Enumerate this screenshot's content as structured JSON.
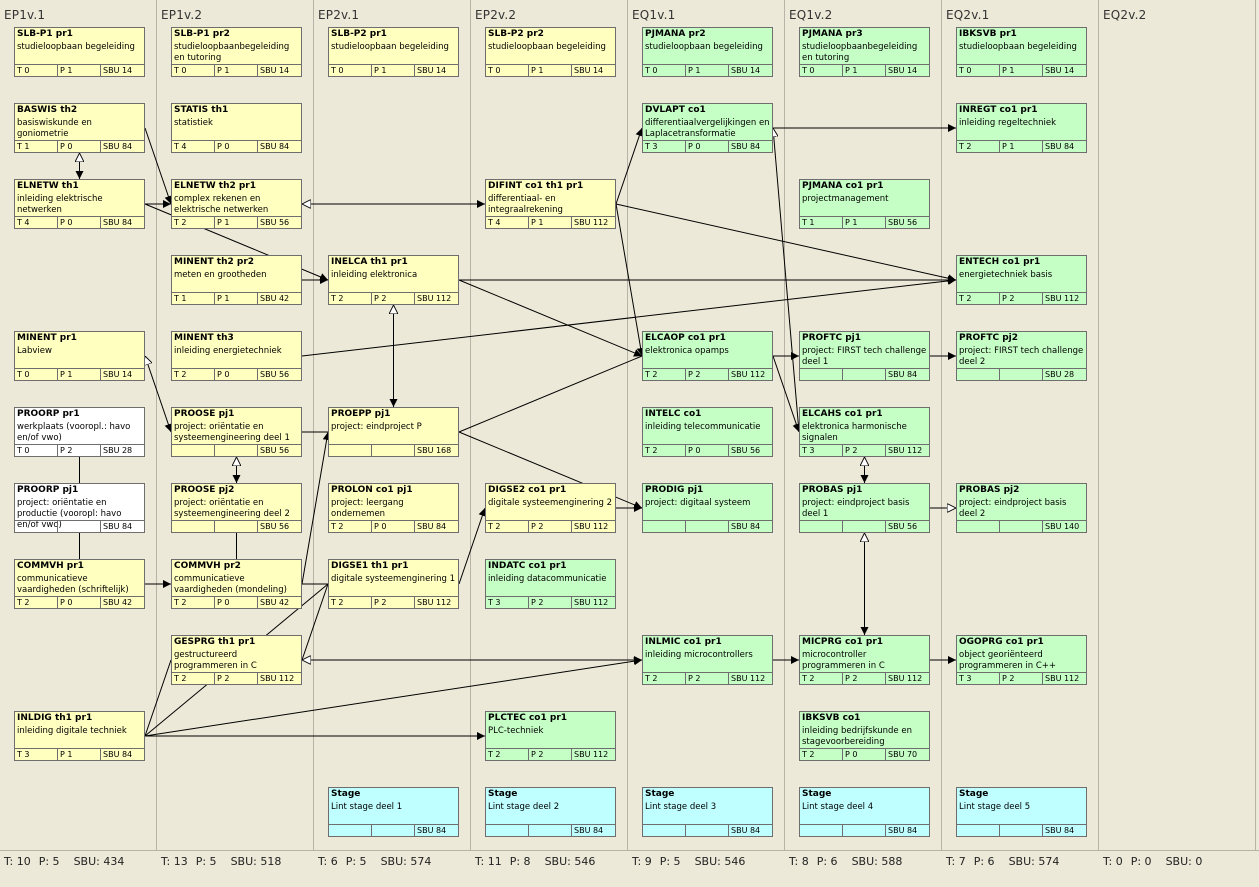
{
  "columns": [
    {
      "id": "EP1v.1",
      "header": "EP1v.1",
      "footer": {
        "t": "T: 10",
        "p": "P: 5",
        "s": "SBU: 434"
      }
    },
    {
      "id": "EP1v.2",
      "header": "EP1v.2",
      "footer": {
        "t": "T: 13",
        "p": "P: 5",
        "s": "SBU: 518"
      }
    },
    {
      "id": "EP2v.1",
      "header": "EP2v.1",
      "footer": {
        "t": "T: 6",
        "p": "P: 5",
        "s": "SBU: 574"
      }
    },
    {
      "id": "EP2v.2",
      "header": "EP2v.2",
      "footer": {
        "t": "T: 11",
        "p": "P: 8",
        "s": "SBU: 546"
      }
    },
    {
      "id": "EQ1v.1",
      "header": "EQ1v.1",
      "footer": {
        "t": "T: 9",
        "p": "P: 5",
        "s": "SBU: 546"
      }
    },
    {
      "id": "EQ1v.2",
      "header": "EQ1v.2",
      "footer": {
        "t": "T: 8",
        "p": "P: 6",
        "s": "SBU: 588"
      }
    },
    {
      "id": "EQ2v.1",
      "header": "EQ2v.1",
      "footer": {
        "t": "T: 7",
        "p": "P: 6",
        "s": "SBU: 574"
      }
    },
    {
      "id": "EQ2v.2",
      "header": "EQ2v.2",
      "footer": {
        "t": "T: 0",
        "p": "P: 0",
        "s": "SBU: 0"
      }
    }
  ],
  "cards": [
    {
      "id": "slbp1pr1",
      "col": 0,
      "row": 0,
      "color": "yellow",
      "title": "SLB-P1 pr1",
      "desc": "studieloopbaan begeleiding",
      "t": "T 0",
      "p": "P 1",
      "sbu": "SBU 14"
    },
    {
      "id": "baswis",
      "col": 0,
      "row": 1,
      "color": "yellow",
      "title": "BASWIS th2",
      "desc": "basiswiskunde en goniometrie",
      "t": "T 1",
      "p": "P 0",
      "sbu": "SBU 84"
    },
    {
      "id": "elnetw1",
      "col": 0,
      "row": 2,
      "color": "yellow",
      "title": "ELNETW th1",
      "desc": "inleiding elektrische netwerken",
      "t": "T 4",
      "p": "P 0",
      "sbu": "SBU 84"
    },
    {
      "id": "minentpr1",
      "col": 0,
      "row": 4,
      "color": "yellow",
      "title": "MINENT pr1",
      "desc": "Labview",
      "t": "T 0",
      "p": "P 1",
      "sbu": "SBU 14"
    },
    {
      "id": "proorppr1",
      "col": 0,
      "row": 5,
      "color": "white",
      "title": "PROORP pr1",
      "desc": "werkplaats (vooropl.: havo en/of vwo)",
      "t": "T 0",
      "p": "P 2",
      "sbu": "SBU 28"
    },
    {
      "id": "proorppj1",
      "col": 0,
      "row": 6,
      "color": "white",
      "title": "PROORP pj1",
      "desc": "project: oriëntatie en productie (vooropl: havo en/of vwo)",
      "t": "",
      "p": "",
      "sbu": "SBU 84"
    },
    {
      "id": "commvhpr1",
      "col": 0,
      "row": 7,
      "color": "yellow",
      "title": "COMMVH pr1",
      "desc": "communicatieve vaardigheden (schriftelijk)",
      "t": "T 2",
      "p": "P 0",
      "sbu": "SBU 42"
    },
    {
      "id": "inldig",
      "col": 0,
      "row": 9,
      "color": "yellow",
      "title": "INLDIG th1 pr1",
      "desc": "inleiding digitale techniek",
      "t": "T 3",
      "p": "P 1",
      "sbu": "SBU 84"
    },
    {
      "id": "slbp1pr2",
      "col": 1,
      "row": 0,
      "color": "yellow",
      "title": "SLB-P1 pr2",
      "desc": "studieloopbaanbegeleiding en tutoring",
      "t": "T 0",
      "p": "P 1",
      "sbu": "SBU 14"
    },
    {
      "id": "statis",
      "col": 1,
      "row": 1,
      "color": "yellow",
      "title": "STATIS th1",
      "desc": "statistiek",
      "t": "T 4",
      "p": "P 0",
      "sbu": "SBU 84"
    },
    {
      "id": "elnetw2",
      "col": 1,
      "row": 2,
      "color": "yellow",
      "title": "ELNETW th2 pr1",
      "desc": "complex rekenen en elektrische netwerken",
      "t": "T 2",
      "p": "P 1",
      "sbu": "SBU 56"
    },
    {
      "id": "minentth2",
      "col": 1,
      "row": 3,
      "color": "yellow",
      "title": "MINENT th2 pr2",
      "desc": "meten en grootheden",
      "t": "T 1",
      "p": "P 1",
      "sbu": "SBU 42"
    },
    {
      "id": "minentth3",
      "col": 1,
      "row": 4,
      "color": "yellow",
      "title": "MINENT th3",
      "desc": "inleiding energietechniek",
      "t": "T 2",
      "p": "P 0",
      "sbu": "SBU 56"
    },
    {
      "id": "proosepj1",
      "col": 1,
      "row": 5,
      "color": "yellow",
      "title": "PROOSE pj1",
      "desc": "project: oriëntatie en systeemengineering deel 1",
      "t": "",
      "p": "",
      "sbu": "SBU 56"
    },
    {
      "id": "proosepj2",
      "col": 1,
      "row": 6,
      "color": "yellow",
      "title": "PROOSE pj2",
      "desc": "project: oriëntatie en systeemengineering deel 2",
      "t": "",
      "p": "",
      "sbu": "SBU 56"
    },
    {
      "id": "commvhpr2",
      "col": 1,
      "row": 7,
      "color": "yellow",
      "title": "COMMVH pr2",
      "desc": "communicatieve vaardigheden (mondeling)",
      "t": "T 2",
      "p": "P 0",
      "sbu": "SBU 42"
    },
    {
      "id": "gesprg",
      "col": 1,
      "row": 8,
      "color": "yellow",
      "title": "GESPRG th1 pr1",
      "desc": "gestructureerd programmeren in C",
      "t": "T 2",
      "p": "P 2",
      "sbu": "SBU 112"
    },
    {
      "id": "slbp2pr1",
      "col": 2,
      "row": 0,
      "color": "yellow",
      "title": "SLB-P2 pr1",
      "desc": "studieloopbaan begeleiding",
      "t": "T 0",
      "p": "P 1",
      "sbu": "SBU 14"
    },
    {
      "id": "inelca",
      "col": 2,
      "row": 3,
      "color": "yellow",
      "title": "INELCA th1 pr1",
      "desc": "inleiding elektronica",
      "t": "T 2",
      "p": "P 2",
      "sbu": "SBU 112"
    },
    {
      "id": "proepp",
      "col": 2,
      "row": 5,
      "color": "yellow",
      "title": "PROEPP pj1",
      "desc": "project: eindproject P",
      "t": "",
      "p": "",
      "sbu": "SBU 168"
    },
    {
      "id": "prolon",
      "col": 2,
      "row": 6,
      "color": "yellow",
      "title": "PROLON co1 pj1",
      "desc": "project: leergang ondernemen",
      "t": "T 2",
      "p": "P 0",
      "sbu": "SBU 84"
    },
    {
      "id": "digse1",
      "col": 2,
      "row": 7,
      "color": "yellow",
      "title": "DIGSE1 th1 pr1",
      "desc": "digitale systeemenginering 1",
      "t": "T 2",
      "p": "P 2",
      "sbu": "SBU 112"
    },
    {
      "id": "stage1",
      "col": 2,
      "row": 10,
      "color": "cyan",
      "title": "Stage",
      "desc": "Lint stage deel 1",
      "t": "",
      "p": "",
      "sbu": "SBU 84"
    },
    {
      "id": "slbp2pr2",
      "col": 3,
      "row": 0,
      "color": "yellow",
      "title": "SLB-P2 pr2",
      "desc": "studieloopbaan begeleiding",
      "t": "T 0",
      "p": "P 1",
      "sbu": "SBU 14"
    },
    {
      "id": "difint",
      "col": 3,
      "row": 2,
      "color": "yellow",
      "title": "DIFINT co1 th1 pr1",
      "desc": "differentiaal- en integraalrekening",
      "t": "T 4",
      "p": "P 1",
      "sbu": "SBU 112"
    },
    {
      "id": "digse2",
      "col": 3,
      "row": 6,
      "color": "yellow",
      "title": "DIGSE2  co1 pr1",
      "desc": "digitale systeemenginering 2",
      "t": "T 2",
      "p": "P 2",
      "sbu": "SBU 112"
    },
    {
      "id": "indatc",
      "col": 3,
      "row": 7,
      "color": "green",
      "title": "INDATC co1 pr1",
      "desc": "inleiding datacommunicatie",
      "t": "T 3",
      "p": "P 2",
      "sbu": "SBU 112"
    },
    {
      "id": "plctec",
      "col": 3,
      "row": 9,
      "color": "green",
      "title": "PLCTEC co1 pr1",
      "desc": "PLC-techniek",
      "t": "T 2",
      "p": "P 2",
      "sbu": "SBU 112"
    },
    {
      "id": "stage2",
      "col": 3,
      "row": 10,
      "color": "cyan",
      "title": "Stage",
      "desc": "Lint stage deel 2",
      "t": "",
      "p": "",
      "sbu": "SBU 84"
    },
    {
      "id": "pjmanapr2",
      "col": 4,
      "row": 0,
      "color": "green",
      "title": "PJMANA pr2",
      "desc": "studieloopbaan begeleiding",
      "t": "T 0",
      "p": "P 1",
      "sbu": "SBU 14"
    },
    {
      "id": "dvlapt",
      "col": 4,
      "row": 1,
      "color": "green",
      "title": "DVLAPT co1",
      "desc": "differentiaalvergelijkingen en Laplacetransformatie",
      "t": "T 3",
      "p": "P 0",
      "sbu": "SBU 84"
    },
    {
      "id": "elcaop",
      "col": 4,
      "row": 4,
      "color": "green",
      "title": "ELCAOP co1 pr1",
      "desc": "elektronica opamps",
      "t": "T 2",
      "p": "P 2",
      "sbu": "SBU 112"
    },
    {
      "id": "intelc",
      "col": 4,
      "row": 5,
      "color": "green",
      "title": "INTELC co1",
      "desc": "inleiding telecommunicatie",
      "t": "T 2",
      "p": "P 0",
      "sbu": "SBU 56"
    },
    {
      "id": "prodig",
      "col": 4,
      "row": 6,
      "color": "green",
      "title": "PRODIG pj1",
      "desc": "project: digitaal systeem",
      "t": "",
      "p": "",
      "sbu": "SBU 84"
    },
    {
      "id": "inlmic",
      "col": 4,
      "row": 8,
      "color": "green",
      "title": "INLMIC co1 pr1",
      "desc": "inleiding microcontrollers",
      "t": "T 2",
      "p": "P 2",
      "sbu": "SBU 112"
    },
    {
      "id": "stage3",
      "col": 4,
      "row": 10,
      "color": "cyan",
      "title": "Stage",
      "desc": "Lint stage deel 3",
      "t": "",
      "p": "",
      "sbu": "SBU 84"
    },
    {
      "id": "pjmanapr3",
      "col": 5,
      "row": 0,
      "color": "green",
      "title": "PJMANA pr3",
      "desc": "studieloopbaanbegeleiding en tutoring",
      "t": "T 0",
      "p": "P 1",
      "sbu": "SBU 14"
    },
    {
      "id": "pjmanaco1",
      "col": 5,
      "row": 2,
      "color": "green",
      "title": "PJMANA co1 pr1",
      "desc": "projectmanagement",
      "t": "T 1",
      "p": "P 1",
      "sbu": "SBU 56"
    },
    {
      "id": "proftcpj1",
      "col": 5,
      "row": 4,
      "color": "green",
      "title": "PROFTC pj1",
      "desc": "project: FIRST tech challenge deel 1",
      "t": "",
      "p": "",
      "sbu": "SBU 84"
    },
    {
      "id": "elcahs",
      "col": 5,
      "row": 5,
      "color": "green",
      "title": "ELCAHS co1 pr1",
      "desc": "elektronica harmonische signalen",
      "t": "T 3",
      "p": "P 2",
      "sbu": "SBU 112"
    },
    {
      "id": "probaspj1",
      "col": 5,
      "row": 6,
      "color": "green",
      "title": "PROBAS pj1",
      "desc": "project: eindproject basis deel 1",
      "t": "",
      "p": "",
      "sbu": "SBU 56"
    },
    {
      "id": "micprg",
      "col": 5,
      "row": 8,
      "color": "green",
      "title": "MICPRG co1 pr1",
      "desc": "microcontroller programmeren in C",
      "t": "T 2",
      "p": "P 2",
      "sbu": "SBU 112"
    },
    {
      "id": "ibksvbco1",
      "col": 5,
      "row": 9,
      "color": "green",
      "title": "IBKSVB co1",
      "desc": "inleiding bedrijfskunde en stagevoorbereiding",
      "t": "T 2",
      "p": "P 0",
      "sbu": "SBU 70"
    },
    {
      "id": "stage4",
      "col": 5,
      "row": 10,
      "color": "cyan",
      "title": "Stage",
      "desc": "Lint stage deel 4",
      "t": "",
      "p": "",
      "sbu": "SBU 84"
    },
    {
      "id": "ibksvbpr1",
      "col": 6,
      "row": 0,
      "color": "green",
      "title": "IBKSVB pr1",
      "desc": "studieloopbaan begeleiding",
      "t": "T 0",
      "p": "P 1",
      "sbu": "SBU 14"
    },
    {
      "id": "inregt",
      "col": 6,
      "row": 1,
      "color": "green",
      "title": "INREGT co1 pr1",
      "desc": "inleiding regeltechniek",
      "t": "T 2",
      "p": "P 1",
      "sbu": "SBU 84"
    },
    {
      "id": "entech",
      "col": 6,
      "row": 3,
      "color": "green",
      "title": "ENTECH co1 pr1",
      "desc": "energietechniek basis",
      "t": "T 2",
      "p": "P 2",
      "sbu": "SBU 112"
    },
    {
      "id": "proftcpj2",
      "col": 6,
      "row": 4,
      "color": "green",
      "title": "PROFTC pj2",
      "desc": "project: FIRST tech challenge deel 2",
      "t": "",
      "p": "",
      "sbu": "SBU 28"
    },
    {
      "id": "probaspj2",
      "col": 6,
      "row": 6,
      "color": "green",
      "title": "PROBAS pj2",
      "desc": "project: eindproject basis deel 2",
      "t": "",
      "p": "",
      "sbu": "SBU 140"
    },
    {
      "id": "ogoprg",
      "col": 6,
      "row": 8,
      "color": "green",
      "title": "OGOPRG co1 pr1",
      "desc": "object georiënteerd programmeren in C++",
      "t": "T 3",
      "p": "P 2",
      "sbu": "SBU 112"
    },
    {
      "id": "stage5",
      "col": 6,
      "row": 10,
      "color": "cyan",
      "title": "Stage",
      "desc": "Lint stage deel 5",
      "t": "",
      "p": "",
      "sbu": "SBU 84"
    }
  ],
  "links": [
    {
      "from": "baswis",
      "to": "elnetw1",
      "style": "both-open-filled"
    },
    {
      "from": "baswis",
      "to": "elnetw2",
      "style": "arrow"
    },
    {
      "from": "elnetw1",
      "to": "elnetw2",
      "style": "arrow"
    },
    {
      "from": "elnetw1",
      "to": "inelca",
      "style": "arrow"
    },
    {
      "from": "elnetw2",
      "to": "difint",
      "style": "both-open-filled"
    },
    {
      "from": "minentth2",
      "to": "inelca",
      "style": "arrow"
    },
    {
      "from": "inelca",
      "to": "entech",
      "style": "arrow"
    },
    {
      "from": "inelca",
      "to": "elcaop",
      "style": "arrow"
    },
    {
      "from": "inelca",
      "to": "proepp",
      "style": "both-open-filled"
    },
    {
      "from": "minentth3",
      "to": "entech",
      "style": "arrow"
    },
    {
      "from": "minentpr1",
      "to": "proosepj1",
      "style": "open-filled"
    },
    {
      "from": "proosepj1",
      "to": "proosepj2",
      "style": "both-open-filled"
    },
    {
      "from": "proorppr1",
      "to": "proorppj1",
      "style": "line"
    },
    {
      "from": "proorppj1",
      "to": "commvhpr1",
      "style": "line"
    },
    {
      "from": "commvhpr1",
      "to": "commvhpr2",
      "style": "arrow"
    },
    {
      "from": "commvhpr2",
      "to": "proepp",
      "style": "arrow"
    },
    {
      "from": "proosepj2",
      "to": "commvhpr2",
      "style": "line"
    },
    {
      "from": "proosepj1",
      "to": "proepp",
      "style": "line"
    },
    {
      "from": "proepp",
      "to": "prodig",
      "style": "arrow"
    },
    {
      "from": "proepp",
      "to": "elcaop",
      "style": "line"
    },
    {
      "from": "difint",
      "to": "dvlapt",
      "style": "arrow"
    },
    {
      "from": "difint",
      "to": "elcaop",
      "style": "arrow"
    },
    {
      "from": "difint",
      "to": "entech",
      "style": "arrow"
    },
    {
      "from": "dvlapt",
      "to": "inregt",
      "style": "arrow"
    },
    {
      "from": "dvlapt",
      "to": "elcahs",
      "style": "open-filled"
    },
    {
      "from": "elcaop",
      "to": "proftcpj1",
      "style": "arrow"
    },
    {
      "from": "elcaop",
      "to": "elcahs",
      "style": "arrow"
    },
    {
      "from": "proftcpj1",
      "to": "proftcpj2",
      "style": "arrow"
    },
    {
      "from": "elcahs",
      "to": "probaspj1",
      "style": "both-open-filled"
    },
    {
      "from": "probaspj1",
      "to": "probaspj2",
      "style": "open-left"
    },
    {
      "from": "probaspj1",
      "to": "micprg",
      "style": "both-open-filled"
    },
    {
      "from": "digse2",
      "to": "prodig",
      "style": "arrow"
    },
    {
      "from": "digse1",
      "to": "digse2",
      "style": "arrow"
    },
    {
      "from": "gesprg",
      "to": "digse1",
      "style": "line"
    },
    {
      "from": "commvhpr1",
      "to": "digse1",
      "style": "line"
    },
    {
      "from": "gesprg",
      "to": "inlmic",
      "style": "both-open-filled"
    },
    {
      "from": "inldig",
      "to": "digse1",
      "style": "line"
    },
    {
      "from": "inldig",
      "to": "gesprg",
      "style": "line"
    },
    {
      "from": "inldig",
      "to": "inlmic",
      "style": "arrow"
    },
    {
      "from": "inldig",
      "to": "plctec",
      "style": "arrow"
    },
    {
      "from": "inlmic",
      "to": "micprg",
      "style": "arrow"
    },
    {
      "from": "micprg",
      "to": "ogoprg",
      "style": "arrow"
    }
  ]
}
